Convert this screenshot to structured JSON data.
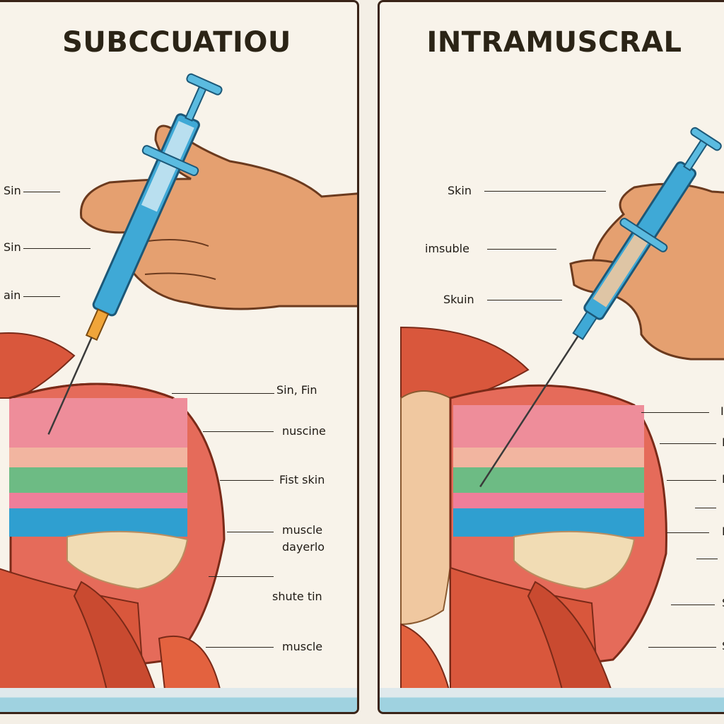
{
  "colors": {
    "background": "#f8f3ea",
    "border": "#3a2418",
    "skin_pink": "#ec7f8c",
    "muscle_red": "#d9573c",
    "fat_green": "#6dbb84",
    "fat_blue": "#2f9fd0",
    "fat_cream": "#f1dcb4",
    "syringe_blue": "#3fa9d6",
    "hand": "#e5a070"
  },
  "icons": [
    "syringe-icon",
    "hand-icon"
  ],
  "left_panel": {
    "title": "SUBCCUATIOU",
    "labels_left": [
      "Sin",
      "Sin",
      "ain"
    ],
    "labels_right": [
      "Sin, Fin",
      "nuscine",
      "Fist skin",
      "muscle",
      "dayerlo",
      "shute tin",
      "muscle"
    ]
  },
  "right_panel": {
    "title": "INTRAMUSCRAL",
    "labels_left": [
      "Skin",
      "imsuble",
      "Skuin"
    ],
    "labels_right_edge": [
      "I",
      "I",
      "F",
      "I",
      "S",
      "S"
    ]
  }
}
